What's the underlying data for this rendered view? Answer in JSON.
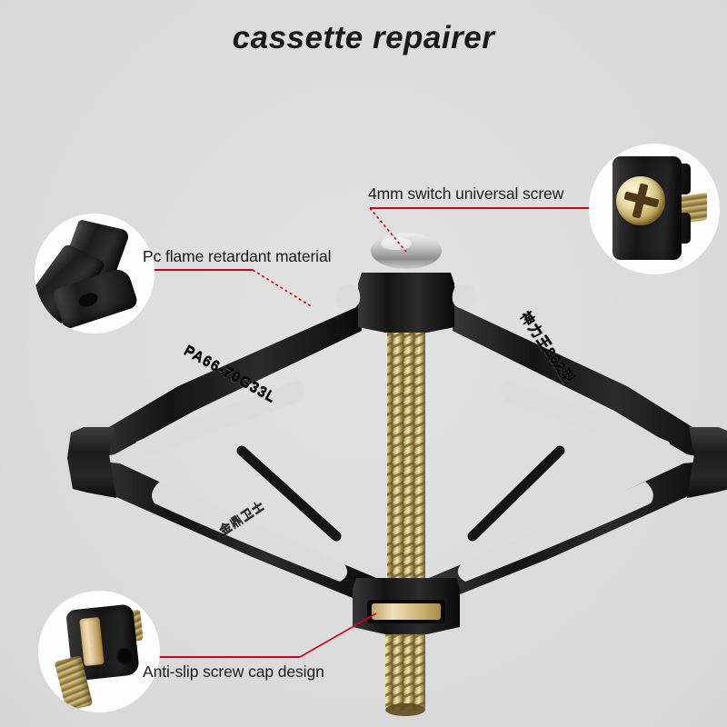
{
  "page": {
    "title": "cassette repairer",
    "background_color": "#dcdcdc",
    "accent_color": "#d0021b"
  },
  "callouts": [
    {
      "id": "screw",
      "label": "4mm switch universal screw",
      "inset_name": "knob-with-phillips-screw-closeup"
    },
    {
      "id": "pc",
      "label": "Pc flame retardant material",
      "inset_name": "black-plastic-arm-closeup"
    },
    {
      "id": "antislip",
      "label": "Anti-slip screw cap design",
      "inset_name": "anti-slip-screw-cap-closeup"
    }
  ],
  "product": {
    "name": "scissor-jack-cassette-repairer",
    "body_color": "#1a1a1a",
    "screw_color": "#b79b4e",
    "head_color": "#c8c8c8",
    "embossed_left": "PA66-70G33L",
    "embossed_right": "神力王862型",
    "embossed_lower": "金鼎卫士"
  }
}
